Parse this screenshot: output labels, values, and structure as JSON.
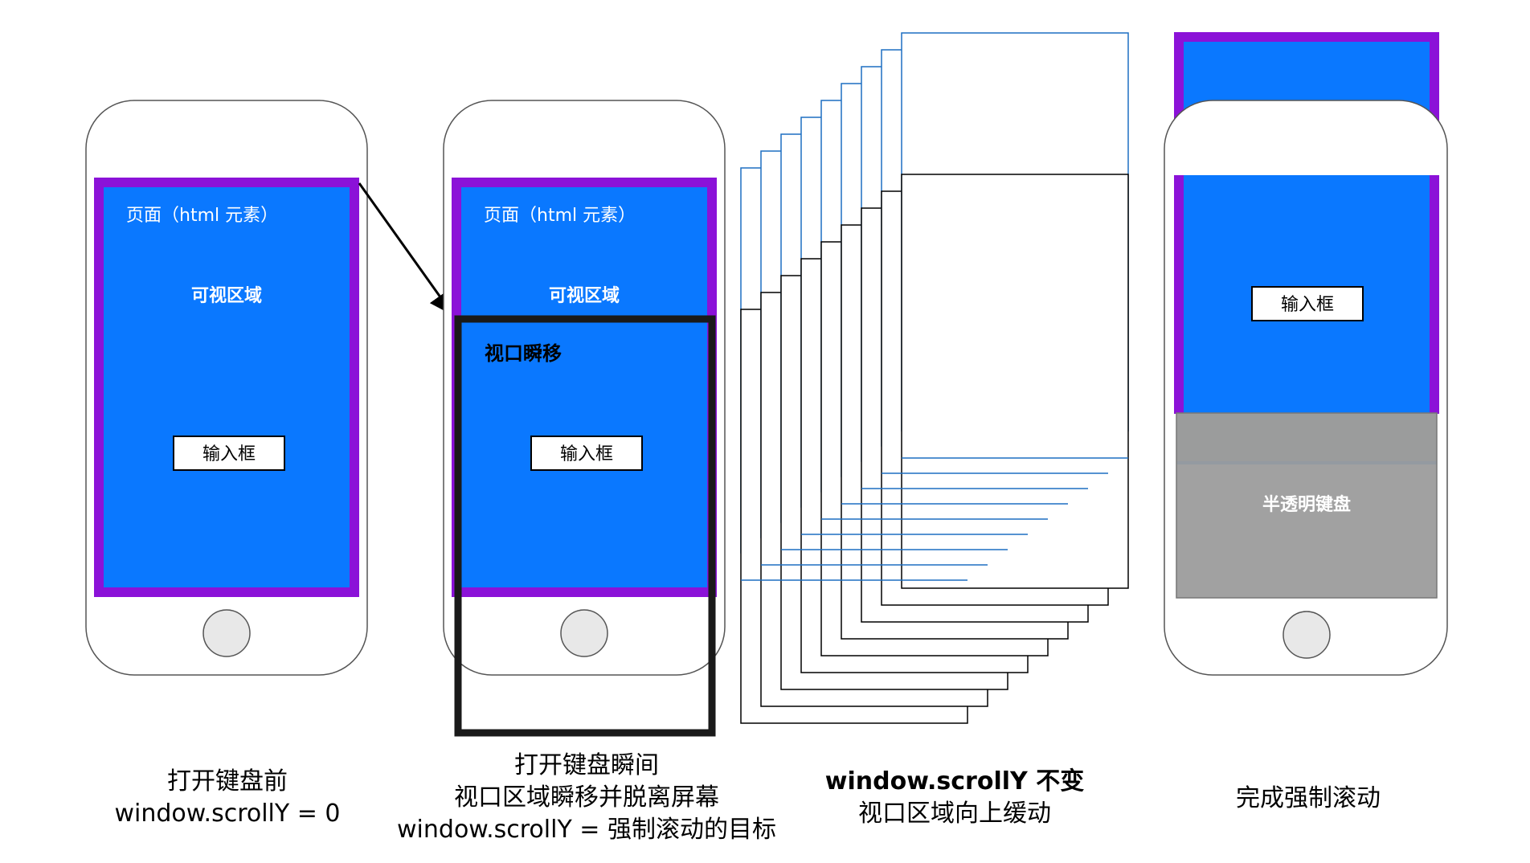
{
  "phone1": {
    "page_label": "页面（html 元素）",
    "viewport_label": "可视区域",
    "input_label": "输入框",
    "caption_line1": "打开键盘前",
    "caption_line2": "window.scrollY = 0"
  },
  "phone2": {
    "page_label": "页面（html 元素）",
    "viewport_label": "可视区域",
    "shift_label": "视口瞬移",
    "input_label": "输入框",
    "caption_line1": "打开键盘瞬间",
    "caption_line2": "视口区域瞬移并脱离屏幕",
    "caption_line3": "window.scrollY = 强制滚动的目标"
  },
  "stack": {
    "caption_line1": "window.scrollY 不变",
    "caption_line2": "视口区域向上缓动"
  },
  "phone4": {
    "input_label": "输入框",
    "keyboard_label": "半透明键盘",
    "caption_line1": "完成强制滚动"
  },
  "colors": {
    "page_blue": "#0a78ff",
    "page_border_purple": "#8b12d8",
    "phone_outline": "#555555",
    "keyboard_gray": "#9c9c9c",
    "keyboard_overlap": "#8a939b",
    "stack_blue_line": "#1d6fc2",
    "home_button": "#e8e8e8"
  }
}
